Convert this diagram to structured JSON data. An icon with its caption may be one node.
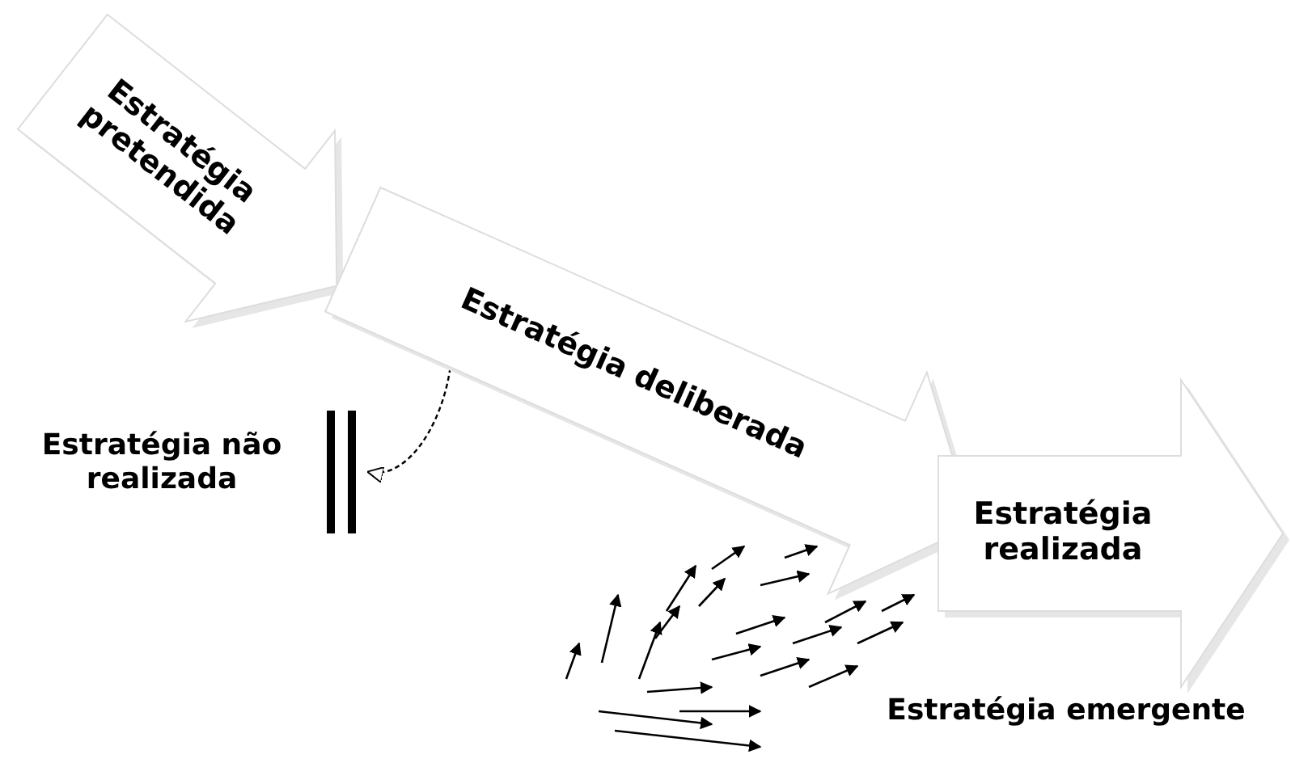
{
  "diagram": {
    "nodes": [
      {
        "text": [
          "Estratégia pretendida"
        ]
      },
      {
        "text": [
          "Estratégia deliberada"
        ]
      },
      {
        "text": [
          "Estratégia não realizada"
        ]
      },
      {
        "text": [
          "Estratégia realizada"
        ]
      },
      {
        "text": [
          "Estratégia emergente"
        ]
      }
    ],
    "edges": [
      {
        "from": 1,
        "to": 2,
        "arrow": "to",
        "style": "dashed"
      }
    ]
  }
}
